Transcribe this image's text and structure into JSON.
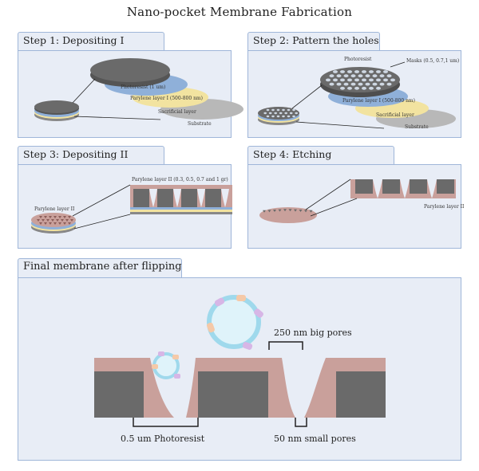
{
  "title": "Nano-pocket  Membrane Fabrication",
  "steps": [
    {
      "label": "Step 1: Depositing I"
    },
    {
      "label": "Step 2: Pattern the holes"
    },
    {
      "label": "Step 3: Depositing II"
    },
    {
      "label": "Step 4: Etching"
    }
  ],
  "final_label": "Final membrane after flipping",
  "step1_layers": {
    "photoresist": "Photoresist (1 um)",
    "parylene": "Parylene layer I (500-800 nm)",
    "sacrificial": "Sacrificial layer",
    "substrate": "Substrate"
  },
  "step2_layers": {
    "photoresist": "Photoresist",
    "masks": "Masks (0.5, 0.7,1 um)",
    "parylene": "Parylene layer I (500-800 nm)",
    "sacrificial": "Sacrificial layer",
    "substrate": "Substrate"
  },
  "step3_labels": {
    "parylene2_detail": "Parylene layer II (0.3, 0.5, 0.7 and 1 gr)",
    "parylene2": "Parylene layer II"
  },
  "step4_labels": {
    "parylene2": "Parylene layer II"
  },
  "final_labels": {
    "big_pores": "250 nm big pores",
    "photoresist": "0.5 um Photoresist",
    "small_pores": "50 nm small pores"
  },
  "colors": {
    "panel_bg": "#e8edf6",
    "panel_border": "#9fb6d9",
    "photoresist": "#6a6a6a",
    "parylene1": "#8fb0d9",
    "sacrificial": "#f2e3a0",
    "substrate": "#b8b8b8",
    "parylene2": "#c9a09b",
    "vesicle": "#9fd9ec"
  }
}
